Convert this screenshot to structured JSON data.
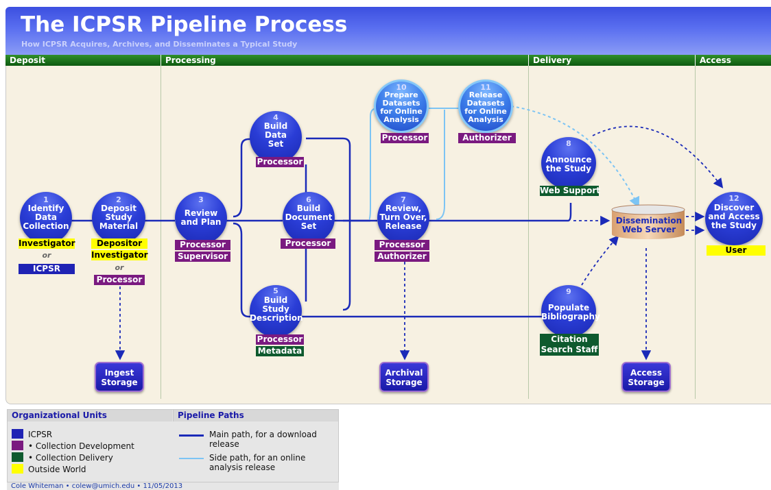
{
  "header": {
    "title": "The ICPSR Pipeline Process",
    "subtitle": "How ICPSR Acquires, Archives, and Disseminates a Typical Study"
  },
  "stages": [
    "Deposit",
    "Processing",
    "Delivery",
    "Access"
  ],
  "nodes": [
    {
      "id": "1",
      "num": "1",
      "label": "Identify Data Collection",
      "lines": [
        "Identify",
        "Data",
        "Collection"
      ]
    },
    {
      "id": "2",
      "num": "2",
      "lines": [
        "Deposit",
        "Study",
        "Material"
      ]
    },
    {
      "id": "3",
      "num": "3",
      "lines": [
        "Review",
        "and Plan"
      ]
    },
    {
      "id": "4",
      "num": "4",
      "lines": [
        "Build",
        "Data",
        "Set"
      ]
    },
    {
      "id": "5",
      "num": "5",
      "lines": [
        "Build",
        "Study",
        "Description"
      ]
    },
    {
      "id": "6",
      "num": "6",
      "lines": [
        "Build",
        "Document",
        "Set"
      ]
    },
    {
      "id": "7",
      "num": "7",
      "lines": [
        "Review,",
        "Turn Over,",
        "Release"
      ]
    },
    {
      "id": "8",
      "num": "8",
      "lines": [
        "Announce",
        "the Study"
      ]
    },
    {
      "id": "9",
      "num": "9",
      "lines": [
        "Populate",
        "Bibliography"
      ]
    },
    {
      "id": "10",
      "num": "10",
      "lines": [
        "Prepare",
        "Datasets",
        "for Online",
        "Analysis"
      ]
    },
    {
      "id": "11",
      "num": "11",
      "lines": [
        "Release",
        "Datasets",
        "for Online",
        "Analysis"
      ]
    },
    {
      "id": "12",
      "num": "12",
      "lines": [
        "Discover",
        "and Access",
        "the Study"
      ]
    }
  ],
  "roles": {
    "investigator": "Investigator",
    "or": "or",
    "icpsr": "ICPSR",
    "depositor": "Depositor",
    "processor": "Processor",
    "supervisor": "Supervisor",
    "authorizer": "Authorizer",
    "metadata": "Metadata",
    "web_support": "Web Support",
    "citation_search_staff": [
      "Citation",
      "Search Staff"
    ],
    "user": "User"
  },
  "storage": {
    "ingest": [
      "Ingest",
      "Storage"
    ],
    "archival": [
      "Archival",
      "Storage"
    ],
    "access": [
      "Access",
      "Storage"
    ]
  },
  "server": [
    "Dissemination",
    "Web Server"
  ],
  "legend": {
    "org_units_title": "Organizational Units",
    "org_units": [
      {
        "label": "ICPSR",
        "color": "#1f23b4"
      },
      {
        "label": "• Collection Development",
        "color": "#7a1a80"
      },
      {
        "label": "• Collection Delivery",
        "color": "#0e5a2e"
      },
      {
        "label": "Outside World",
        "color": "#ffff00"
      }
    ],
    "paths_title": "Pipeline Paths",
    "paths": [
      {
        "label": [
          "Main path, for a download",
          "release"
        ],
        "color": "#1a2ab8"
      },
      {
        "label": [
          "Side path, for an online",
          "analysis release"
        ],
        "color": "#7cc4f4"
      }
    ]
  },
  "footer": "Cole Whiteman • colew@umich.edu •  11/05/2013"
}
